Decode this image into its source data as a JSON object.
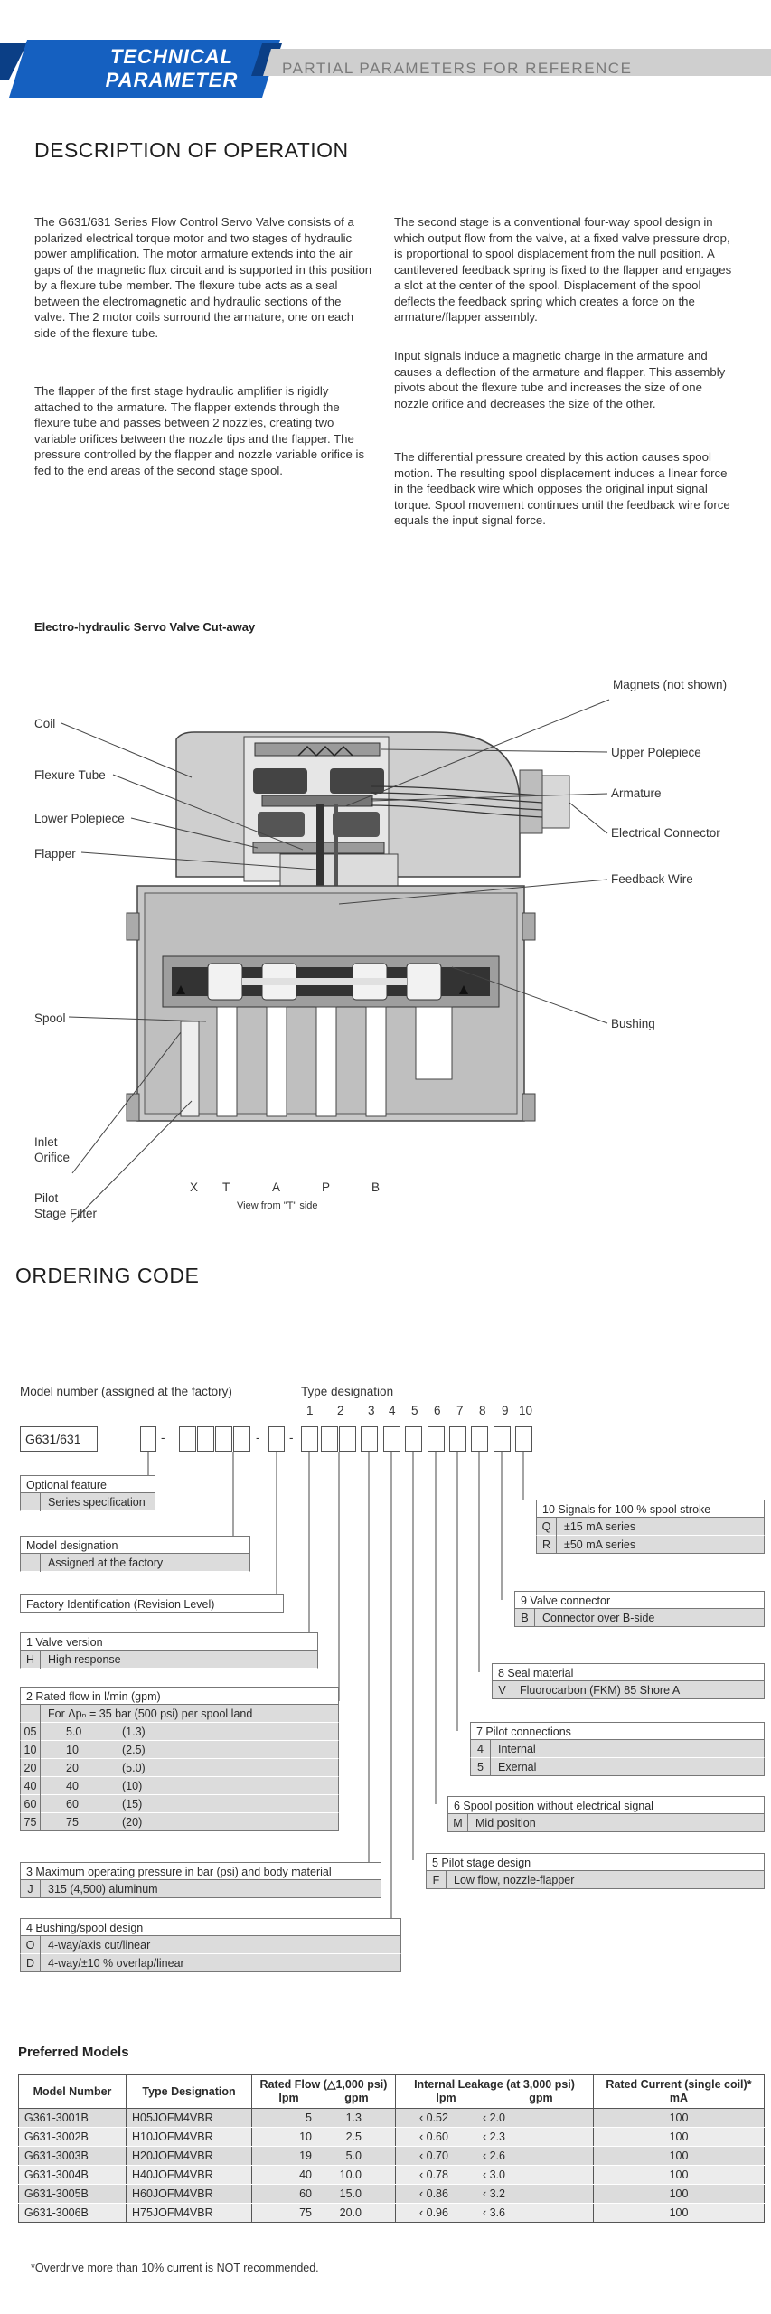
{
  "header": {
    "title_line1": "TECHNICAL",
    "title_line2": "PARAMETER",
    "subtitle": "PARTIAL PARAMETERS FOR REFERENCE",
    "colors": {
      "blue": "#1560c0",
      "dark_blue": "#0b3f86",
      "grey": "#c8c8c8"
    }
  },
  "description": {
    "title": "DESCRIPTION OF OPERATION",
    "left_p1": "The G631/631 Series Flow Control Servo Valve consists of a polarized electrical torque motor and two stages of hydraulic power amplification. The motor armature extends into the air gaps of the magnetic flux circuit and is supported in this position by a flexure tube member. The flexure tube acts as a seal between the electromagnetic and hydraulic sections of the valve. The 2 motor coils surround the armature, one on each side of the flexure tube.",
    "left_p2": "The flapper of the first stage hydraulic amplifier is rigidly attached to the armature. The flapper extends through the flexure tube and passes between 2 nozzles, creating two variable orifices between the nozzle tips and the flapper. The pressure controlled by the flapper and nozzle variable orifice is fed to the end areas of the second stage spool.",
    "right_p1": "The second stage is a conventional four-way spool design in which output flow from the valve, at a fixed valve pressure drop, is proportional to spool displacement from the null position. A cantilevered feedback spring is fixed to the flapper and engages a slot at the center of the spool. Displacement of the spool deflects the feedback spring which creates a force on the armature/flapper assembly.",
    "right_p2": "Input signals induce a magnetic charge in the armature and causes a deflection of the armature and flapper. This assembly pivots about the flexure tube and increases the size of one nozzle orifice and decreases the size of the other.",
    "right_p3": "The differential pressure created by this action causes spool motion. The resulting spool displacement induces a linear force in the feedback wire which opposes the original input signal torque. Spool movement continues until the feedback wire force equals the input signal force."
  },
  "cutaway": {
    "caption": "Electro-hydraulic Servo Valve Cut-away",
    "left_labels": {
      "coil": "Coil",
      "flexure_tube": "Flexure Tube",
      "lower_polepiece": "Lower Polepiece",
      "flapper": "Flapper",
      "spool": "Spool",
      "inlet_orifice_1": "Inlet",
      "inlet_orifice_2": "Orifice",
      "pilot_filter_1": "Pilot",
      "pilot_filter_2": "Stage Filter"
    },
    "right_labels": {
      "magnets": "Magnets (not shown)",
      "upper_polepiece": "Upper Polepiece",
      "armature": "Armature",
      "electrical_connector": "Electrical Connector",
      "feedback_wire": "Feedback Wire",
      "bushing": "Bushing"
    },
    "ports": {
      "x": "X",
      "t": "T",
      "a": "A",
      "p": "P",
      "b": "B"
    },
    "view_note": "View from \"T\" side"
  },
  "ordering": {
    "title": "ORDERING CODE",
    "model_number_label": "Model number (assigned at the factory)",
    "type_designation_label": "Type designation",
    "series": "G631/631",
    "dash": "-",
    "positions": [
      "1",
      "2",
      "3",
      "4",
      "5",
      "6",
      "7",
      "8",
      "9",
      "10"
    ],
    "optional_feature": {
      "title": "Optional feature",
      "item": "Series specification"
    },
    "model_designation": {
      "title": "Model designation",
      "item": "Assigned at the factory"
    },
    "factory_id": {
      "title": "Factory Identification (Revision Level)"
    },
    "valve_version": {
      "title": "1   Valve version",
      "rows": [
        {
          "code": "H",
          "text": "High response"
        }
      ]
    },
    "rated_flow": {
      "title": "2   Rated flow in l/min (gpm)",
      "subtitle": "For Δpₙ = 35 bar (500 psi) per spool land",
      "rows": [
        {
          "code": "05",
          "lpm": "5.0",
          "gpm": "(1.3)"
        },
        {
          "code": "10",
          "lpm": "10",
          "gpm": "(2.5)"
        },
        {
          "code": "20",
          "lpm": "20",
          "gpm": "(5.0)"
        },
        {
          "code": "40",
          "lpm": "40",
          "gpm": "(10)"
        },
        {
          "code": "60",
          "lpm": "60",
          "gpm": "(15)"
        },
        {
          "code": "75",
          "lpm": "75",
          "gpm": "(20)"
        }
      ]
    },
    "max_pressure": {
      "title": "3   Maximum operating pressure in bar (psi) and body material",
      "rows": [
        {
          "code": "J",
          "text": "315        (4,500) aluminum"
        }
      ]
    },
    "bushing": {
      "title": "4   Bushing/spool design",
      "rows": [
        {
          "code": "O",
          "text": "4-way/axis cut/linear"
        },
        {
          "code": "D",
          "text": "4-way/±10 % overlap/linear"
        }
      ]
    },
    "signals": {
      "title": "10  Signals for 100 % spool stroke",
      "rows": [
        {
          "code": "Q",
          "text": "±15 mA series"
        },
        {
          "code": "R",
          "text": "±50 mA series"
        }
      ]
    },
    "connector": {
      "title": "9   Valve connector",
      "rows": [
        {
          "code": "B",
          "text": "Connector over B-side"
        }
      ]
    },
    "seal": {
      "title": "8   Seal material",
      "rows": [
        {
          "code": "V",
          "text": "Fluorocarbon (FKM) 85 Shore A"
        }
      ]
    },
    "pilot": {
      "title": "7   Pilot connections",
      "rows": [
        {
          "code": "4",
          "text": "Internal"
        },
        {
          "code": "5",
          "text": "Exernal"
        }
      ]
    },
    "spool_pos": {
      "title": "6   Spool position without electrical signal",
      "rows": [
        {
          "code": "M",
          "text": "Mid position"
        }
      ]
    },
    "pilot_stage": {
      "title": "5   Pilot stage design",
      "rows": [
        {
          "code": "F",
          "text": "Low flow, nozzle-flapper"
        }
      ]
    }
  },
  "preferred": {
    "title": "Preferred Models",
    "headers": {
      "model": "Model Number",
      "type": "Type Designation",
      "flow": "Rated Flow (△1,000 psi)",
      "leak": "Internal Leakage (at 3,000 psi)",
      "current": "Rated Current (single coil)*",
      "lpm": "lpm",
      "gpm": "gpm",
      "ma": "mA"
    },
    "rows": [
      {
        "model": "G361-3001B",
        "type": "H05JOFM4VBR",
        "lpm": "5",
        "gpm": "1.3",
        "leak_lpm": "‹ 0.52",
        "leak_gpm": "‹ 2.0",
        "ma": "100"
      },
      {
        "model": "G631-3002B",
        "type": "H10JOFM4VBR",
        "lpm": "10",
        "gpm": "2.5",
        "leak_lpm": "‹ 0.60",
        "leak_gpm": "‹ 2.3",
        "ma": "100"
      },
      {
        "model": "G631-3003B",
        "type": "H20JOFM4VBR",
        "lpm": "19",
        "gpm": "5.0",
        "leak_lpm": "‹ 0.70",
        "leak_gpm": "‹ 2.6",
        "ma": "100"
      },
      {
        "model": "G631-3004B",
        "type": "H40JOFM4VBR",
        "lpm": "40",
        "gpm": "10.0",
        "leak_lpm": "‹ 0.78",
        "leak_gpm": "‹ 3.0",
        "ma": "100"
      },
      {
        "model": "G631-3005B",
        "type": "H60JOFM4VBR",
        "lpm": "60",
        "gpm": "15.0",
        "leak_lpm": "‹ 0.86",
        "leak_gpm": "‹ 3.2",
        "ma": "100"
      },
      {
        "model": "G631-3006B",
        "type": "H75JOFM4VBR",
        "lpm": "75",
        "gpm": "20.0",
        "leak_lpm": "‹ 0.96",
        "leak_gpm": "‹ 3.6",
        "ma": "100"
      }
    ],
    "footnote": "*Overdrive more than 10% current is NOT recommended."
  }
}
